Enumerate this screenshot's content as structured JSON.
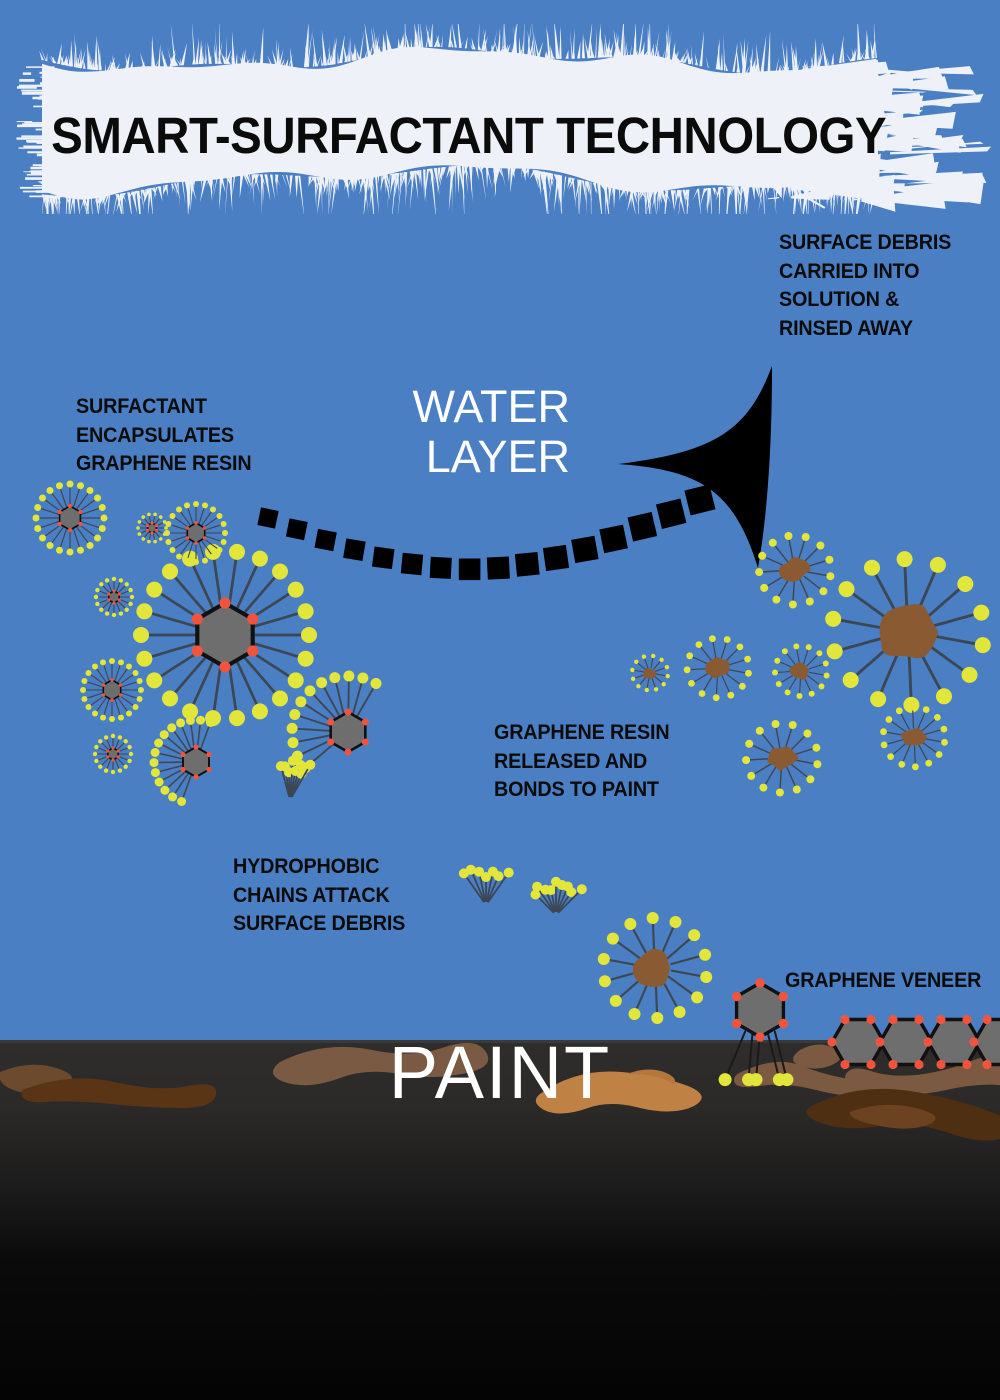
{
  "title": "SMART-SURFACTANT TECHNOLOGY",
  "colors": {
    "water_blue": "#4b7fc4",
    "banner_white": "#eef2f8",
    "paint_dark": "#2e2d2c",
    "paint_black": "#040404",
    "surfactant_head": "#e3e63a",
    "surfactant_tail": "#3c4755",
    "graphene_fill": "#6e6e6e",
    "graphene_outline": "#111111",
    "graphene_vertex": "#f0543c",
    "debris_brown": "#8a5a33",
    "arrow_black": "#000000"
  },
  "labels": {
    "water_layer": "WATER LAYER",
    "paint": "PAINT",
    "surface_debris": "SURFACE DEBRIS CARRIED INTO SOLUTION & RINSED AWAY",
    "surfactant_encapsulates": "SURFACTANT ENCAPSULATES GRAPHENE RESIN",
    "graphene_released": "GRAPHENE RESIN RELEASED AND BONDS TO PAINT",
    "hydrophobic_chains": "HYDROPHOBIC CHAINS ATTACK SURFACE DEBRIS",
    "graphene_veneer": "GRAPHENE VENEER"
  },
  "water_layer_lines": [
    "WATER",
    "LAYER"
  ],
  "surface_debris_lines": [
    "SURFACE DEBRIS",
    "CARRIED INTO",
    "SOLUTION &",
    "RINSED AWAY"
  ],
  "surfactant_encapsulates_lines": [
    "SURFACTANT",
    "ENCAPSULATES",
    "GRAPHENE RESIN"
  ],
  "graphene_released_lines": [
    "GRAPHENE RESIN",
    "RELEASED AND",
    "BONDS TO PAINT"
  ],
  "hydrophobic_chains_lines": [
    "HYDROPHOBIC",
    "CHAINS ATTACK",
    "SURFACE DEBRIS"
  ],
  "graphene_veneer_lines": [
    "GRAPHENE VENEER"
  ],
  "diagram_data": {
    "type": "diagram",
    "subject": "Smart-surfactant graphene car-wash cleaning mechanism",
    "regions": [
      {
        "name": "water-layer",
        "y_range": [
          214,
          1040
        ],
        "fill": "#4b7fc4"
      },
      {
        "name": "paint-layer",
        "y_range": [
          1040,
          1400
        ],
        "fill": "gradient #2e2d2c to #040404"
      }
    ],
    "graphene_micelles": [
      {
        "cx": 225,
        "cy": 635,
        "r_core": 32,
        "n_tails": 22,
        "tail_len": 52,
        "head_r": 8
      },
      {
        "cx": 348,
        "cy": 732,
        "r_core": 20,
        "n_tails": 12,
        "tail_len": 36,
        "head_r": 5.5,
        "arc": [
          140,
          300
        ]
      },
      {
        "cx": 196,
        "cy": 762,
        "r_core": 15,
        "n_tails": 14,
        "tail_len": 27,
        "head_r": 4.5,
        "arc": [
          110,
          290
        ]
      },
      {
        "cx": 70,
        "cy": 518,
        "r_core": 12,
        "n_tails": 20,
        "tail_len": 22,
        "head_r": 3.5
      },
      {
        "cx": 196,
        "cy": 533,
        "r_core": 10,
        "n_tails": 20,
        "tail_len": 19,
        "head_r": 3
      },
      {
        "cx": 112,
        "cy": 690,
        "r_core": 10,
        "n_tails": 20,
        "tail_len": 19,
        "head_r": 3
      },
      {
        "cx": 114,
        "cy": 597,
        "r_core": 6,
        "n_tails": 16,
        "tail_len": 12,
        "head_r": 2.2
      },
      {
        "cx": 152,
        "cy": 528,
        "r_core": 5,
        "n_tails": 14,
        "tail_len": 9,
        "head_r": 1.8
      },
      {
        "cx": 113,
        "cy": 754,
        "r_core": 6,
        "n_tails": 16,
        "tail_len": 12,
        "head_r": 2.2
      }
    ],
    "debris_micelles": [
      {
        "cx": 908,
        "cy": 632,
        "r_core": 30,
        "n_tails": 14,
        "tail_len": 46,
        "head_r": 8
      },
      {
        "cx": 795,
        "cy": 570,
        "r_core": 14,
        "n_tails": 13,
        "tail_len": 22,
        "head_r": 4
      },
      {
        "cx": 782,
        "cy": 758,
        "r_core": 14,
        "n_tails": 13,
        "tail_len": 22,
        "head_r": 4
      },
      {
        "cx": 914,
        "cy": 737,
        "r_core": 12,
        "n_tails": 14,
        "tail_len": 19,
        "head_r": 3.4
      },
      {
        "cx": 718,
        "cy": 668,
        "r_core": 12,
        "n_tails": 13,
        "tail_len": 19,
        "head_r": 3.4
      },
      {
        "cx": 801,
        "cy": 671,
        "r_core": 10,
        "n_tails": 13,
        "tail_len": 16,
        "head_r": 3
      },
      {
        "cx": 650,
        "cy": 673,
        "r_core": 7,
        "n_tails": 12,
        "tail_len": 11,
        "head_r": 2.2
      },
      {
        "cx": 655,
        "cy": 968,
        "r_core": 20,
        "n_tails": 14,
        "tail_len": 32,
        "head_r": 6
      }
    ],
    "free_surfactant_fans": [
      {
        "cx": 290,
        "cy": 800,
        "n": 8,
        "spread": [
          255,
          300
        ],
        "len": 34,
        "head_r": 5
      },
      {
        "cx": 486,
        "cy": 905,
        "n": 7,
        "spread": [
          235,
          305
        ],
        "len": 32,
        "head_r": 5
      },
      {
        "cx": 556,
        "cy": 915,
        "n": 9,
        "spread": [
          225,
          315
        ],
        "len": 30,
        "head_r": 5
      }
    ],
    "graphene_veneer_chain": {
      "y": 1040,
      "hexes": [
        {
          "cx": 858
        },
        {
          "cx": 906
        },
        {
          "cx": 954
        },
        {
          "cx": 1000
        }
      ],
      "hex_r": 26
    },
    "bonding_hexagon": {
      "cx": 760,
      "cy": 1010,
      "r": 27,
      "n_tails": 5,
      "tail_len": 48
    },
    "dashed_arc": {
      "from": [
        268,
        518
      ],
      "to": [
        700,
        500
      ],
      "squares": 16,
      "square_size": 22,
      "sag": 60
    },
    "arrow": {
      "tip": [
        770,
        366
      ],
      "direction": "up-right",
      "fill": "#000000"
    },
    "paint_debris_blobs": 11
  }
}
